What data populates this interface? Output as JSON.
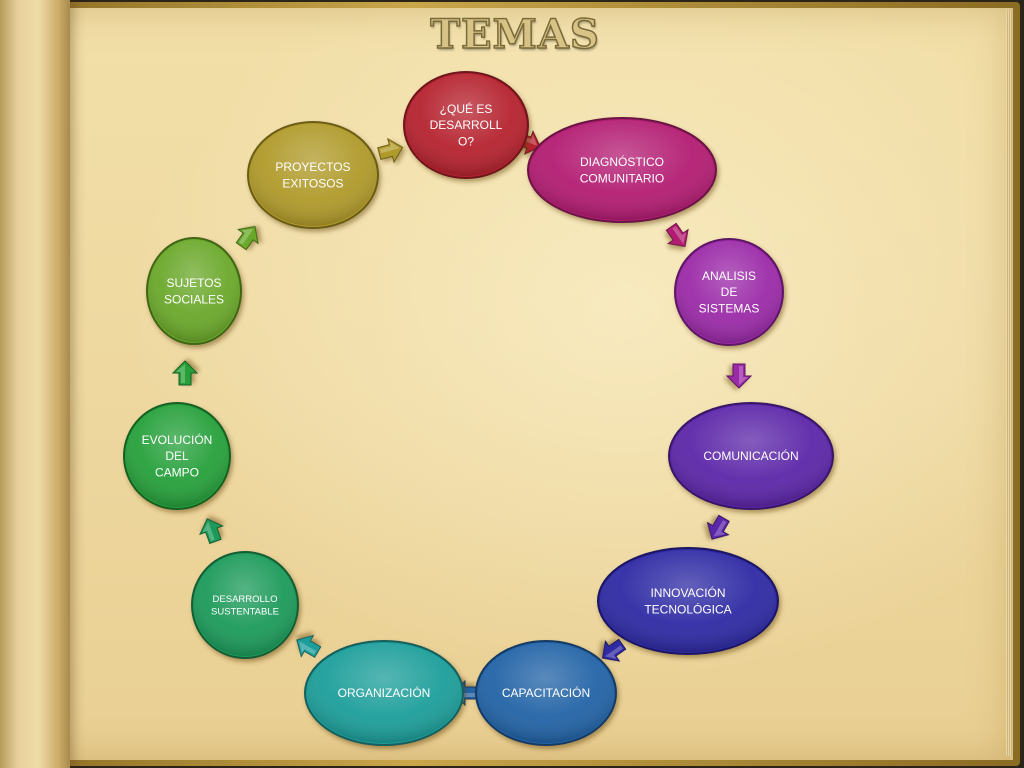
{
  "title": "TEMAS",
  "cycle": {
    "nodes": [
      {
        "id": "que-es-desarrollo",
        "lines": [
          "¿QUÉ ES",
          "DESARROLL",
          "O?"
        ],
        "color": "#b5232f"
      },
      {
        "id": "diagnostico-comunitario",
        "lines": [
          "DIAGNÓSTICO",
          "COMUNITARIO"
        ],
        "color": "#b31e72"
      },
      {
        "id": "analisis-de-sistemas",
        "lines": [
          "ANALISIS",
          "DE",
          "SISTEMAS"
        ],
        "color": "#9b2aa8"
      },
      {
        "id": "comunicacion",
        "lines": [
          "COMUNICACIÓN"
        ],
        "color": "#5b26a8"
      },
      {
        "id": "innovacion-tecnologica",
        "lines": [
          "INNOVACIÓN",
          "TECNOLÓGICA"
        ],
        "color": "#2f2aa4"
      },
      {
        "id": "capacitacion",
        "lines": [
          "CAPACITACIÓN"
        ],
        "color": "#2463a6"
      },
      {
        "id": "organizacion",
        "lines": [
          "ORGANIZACIÓN"
        ],
        "color": "#1f9e9a"
      },
      {
        "id": "desarrollo-sustentable",
        "lines": [
          "DESARROLLO",
          "SUSTENTABLE"
        ],
        "color": "#1f9a5a"
      },
      {
        "id": "evolucion-del-campo",
        "lines": [
          "EVOLUCIÓN",
          "DEL",
          "CAMPO"
        ],
        "color": "#28a03a"
      },
      {
        "id": "sujetos-sociales",
        "lines": [
          "SUJETOS",
          "SOCIALES"
        ],
        "color": "#6aa82a"
      },
      {
        "id": "proyectos-exitosos",
        "lines": [
          "PROYECTOS",
          "EXITOSOS"
        ],
        "color": "#b09a2a"
      }
    ]
  }
}
